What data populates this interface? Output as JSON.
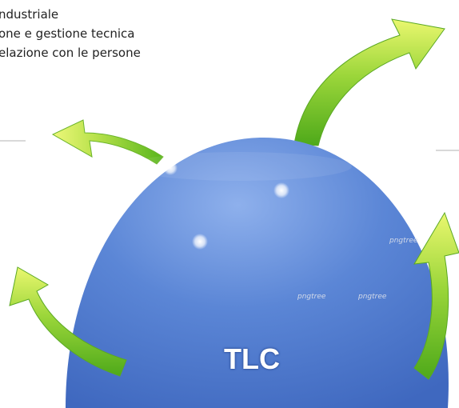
{
  "text_lines": [
    "ndustriale",
    "one e gestione tecnica",
    "elazione con le persone"
  ],
  "dome_label": "TLC",
  "watermarks": [
    "pngtree",
    "pngtree",
    "pngtree"
  ],
  "colors": {
    "dome": "#5b86d6",
    "arrow_light": "#e7f56a",
    "arrow_dark": "#58b51c",
    "label_text": "#ffffff"
  }
}
